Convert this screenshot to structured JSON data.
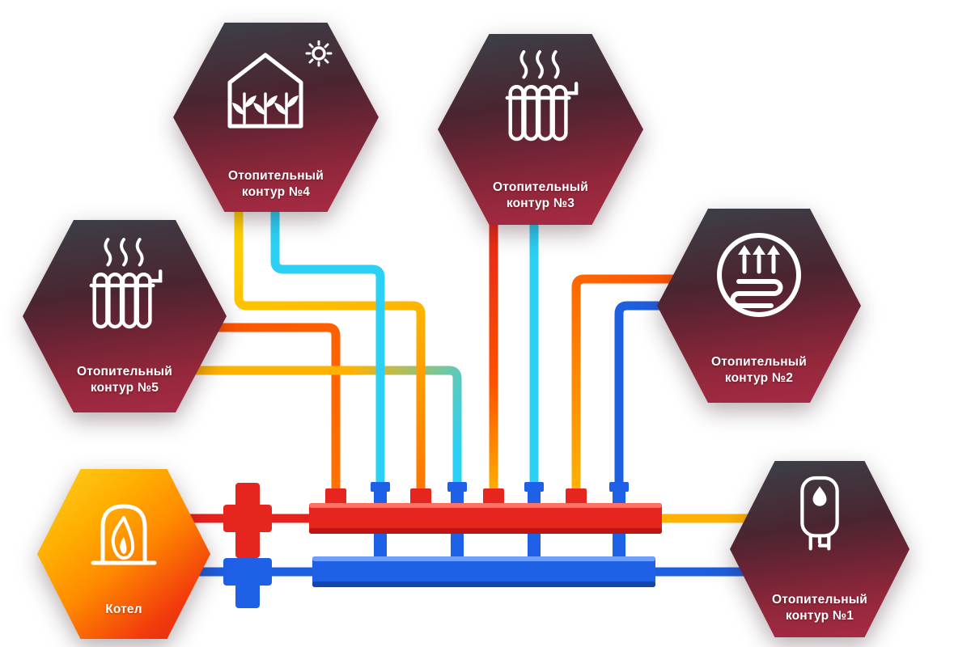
{
  "palette": {
    "supply_red": "#e4231c",
    "return_blue": "#1e5fe0",
    "cyan": "#2bd0f5",
    "orange": "#ff7300",
    "amber": "#ffb300",
    "deep_orange": "#ff5200",
    "yellow": "#ffd400",
    "manifold_red": "#e6251f",
    "manifold_red_light": "#ff7163",
    "manifold_red_dark": "#bf1512",
    "manifold_blue": "#1e61e6",
    "manifold_blue_light": "#6f9ffd",
    "manifold_blue_dark": "#1445ad",
    "hex_top": "#3c4049",
    "hex_mid": "#6b2434",
    "hex_bottom": "#a92b45",
    "boiler_yellow": "#ffd21f",
    "boiler_orange": "#ff8a00",
    "boiler_red": "#e02113"
  },
  "nodes": {
    "boiler": {
      "label": "Котел",
      "icon": "fire-boiler-icon"
    },
    "circuit1": {
      "label_line1": "Отопительный",
      "label_line2": "контур  №1",
      "icon": "water-heater-icon"
    },
    "circuit2": {
      "label_line1": "Отопительный",
      "label_line2": "контур  №2",
      "icon": "underfloor-heating-icon"
    },
    "circuit3": {
      "label_line1": "Отопительный",
      "label_line2": "контур  №3",
      "icon": "radiator-icon"
    },
    "circuit4": {
      "label_line1": "Отопительный",
      "label_line2": "контур  №4",
      "icon": "greenhouse-icon"
    },
    "circuit5": {
      "label_line1": "Отопительный",
      "label_line2": "контур  №5",
      "icon": "radiator-icon"
    }
  }
}
